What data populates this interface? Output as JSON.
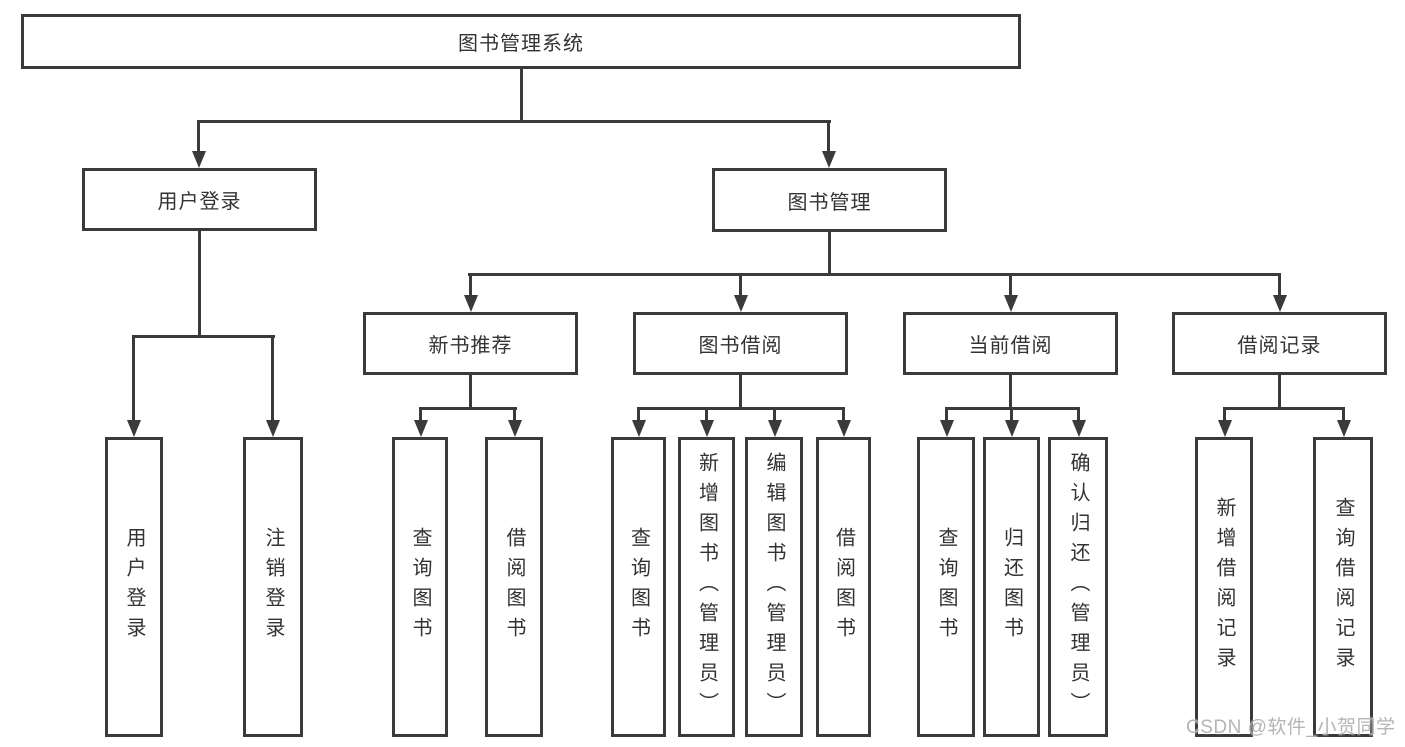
{
  "colors": {
    "line": "#3a3a3a",
    "text": "#333333",
    "background": "#ffffff",
    "watermark": "#a8a8a8"
  },
  "watermark": {
    "text": "CSDN @软件_小贺同学"
  },
  "tree": {
    "label": "图书管理系统",
    "children": [
      {
        "label": "用户登录",
        "children": [
          {
            "label": "用户登录"
          },
          {
            "label": "注销登录"
          }
        ]
      },
      {
        "label": "图书管理",
        "children": [
          {
            "label": "新书推荐",
            "children": [
              {
                "label": "查询图书"
              },
              {
                "label": "借阅图书"
              }
            ]
          },
          {
            "label": "图书借阅",
            "children": [
              {
                "label": "查询图书"
              },
              {
                "label": "新增图书（管理员）"
              },
              {
                "label": "编辑图书（管理员）"
              },
              {
                "label": "借阅图书"
              }
            ]
          },
          {
            "label": "当前借阅",
            "children": [
              {
                "label": "查询图书"
              },
              {
                "label": "归还图书"
              },
              {
                "label": "确认归还（管理员）"
              }
            ]
          },
          {
            "label": "借阅记录",
            "children": [
              {
                "label": "新增借阅记录"
              },
              {
                "label": "查询借阅记录"
              }
            ]
          }
        ]
      }
    ]
  }
}
